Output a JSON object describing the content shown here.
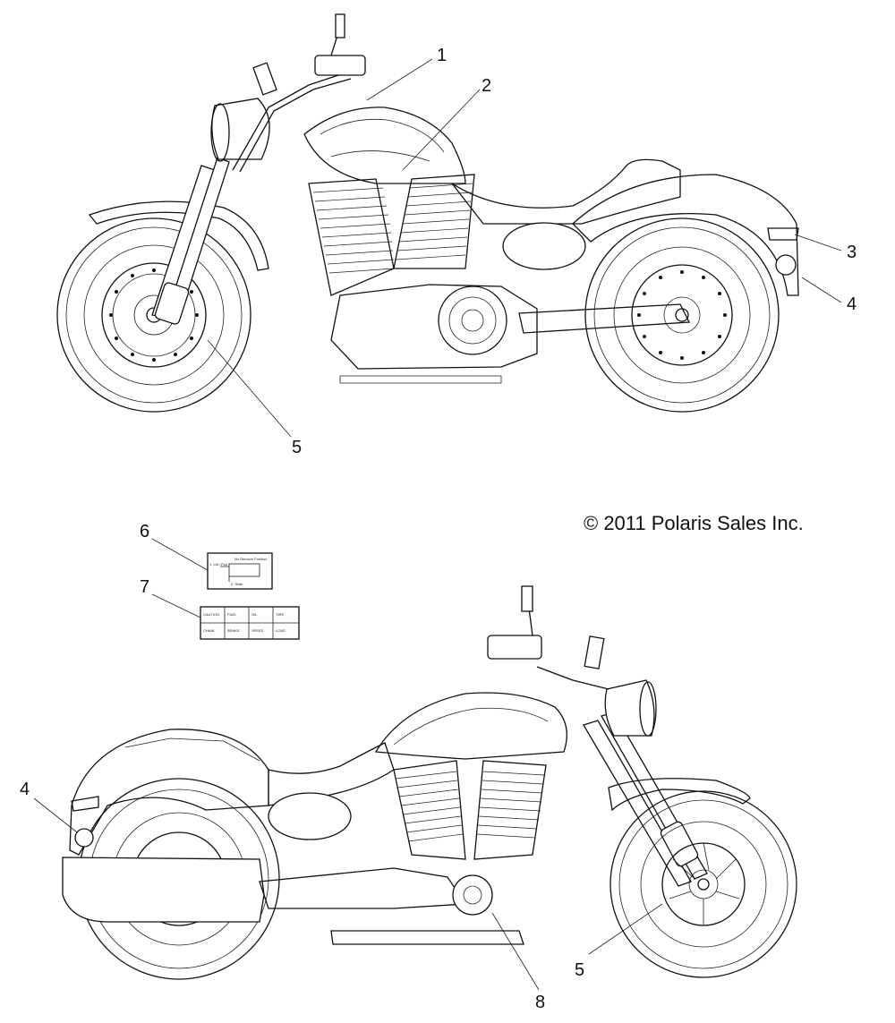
{
  "copyright": "© 2011 Polaris Sales Inc.",
  "callouts": {
    "top": [
      "1",
      "2",
      "3",
      "4",
      "5"
    ],
    "decals": [
      "6",
      "7"
    ],
    "bottom": [
      "4",
      "5",
      "8"
    ]
  },
  "decal6": {
    "heading": "No Remove Position",
    "left_label": "1. Lift / Pull",
    "bottom_label": "2. Slide"
  },
  "decal7": {
    "cells": [
      "CAUTION",
      "FUEL",
      "OIL",
      "TIRE",
      "CHAIN",
      "BRAKE",
      "SPEED",
      "LOAD"
    ]
  }
}
